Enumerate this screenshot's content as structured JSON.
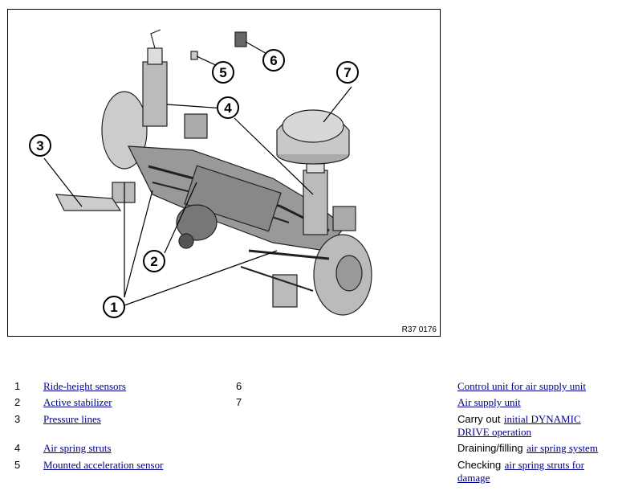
{
  "figure": {
    "id_label": "R37 0176",
    "callouts": [
      "1",
      "2",
      "3",
      "4",
      "5",
      "6",
      "7"
    ]
  },
  "legend": {
    "left": [
      {
        "num": "1",
        "label": "Ride-height sensors"
      },
      {
        "num": "2",
        "label": "Active stabilizer"
      },
      {
        "num": "3",
        "label": "Pressure lines"
      },
      {
        "num": "4",
        "label": "Air spring struts"
      },
      {
        "num": "5",
        "label": "Mounted acceleration sensor"
      }
    ],
    "middle": [
      {
        "num": "6"
      },
      {
        "num": "7"
      }
    ],
    "right": [
      {
        "link": "Control unit for air supply unit"
      },
      {
        "link": "Air supply unit"
      },
      {
        "prefix": "Carry out",
        "link1": "initial DYNAMIC",
        "link2": "DRIVE operation"
      },
      {
        "prefix": "Draining/filling",
        "link": "air spring system"
      },
      {
        "prefix": "Checking",
        "link1": "air spring struts for",
        "link2": "damage"
      }
    ]
  }
}
